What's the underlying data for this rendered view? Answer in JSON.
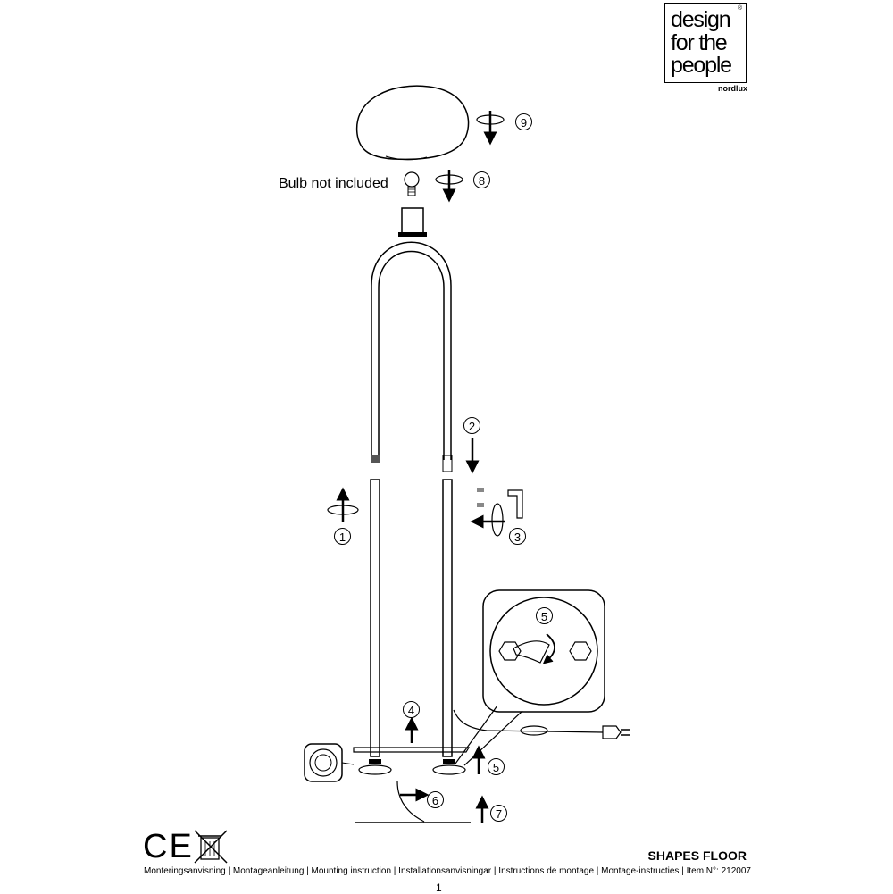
{
  "brand": {
    "line1": "design",
    "line2": "for the",
    "line3": "people",
    "sub": "nordlux",
    "reg": "®"
  },
  "bulb_note": "Bulb not included",
  "steps": [
    "1",
    "2",
    "3",
    "4",
    "5",
    "5",
    "6",
    "7",
    "8",
    "9"
  ],
  "icons": [
    "ce-mark-icon",
    "weee-bin-icon",
    "bulb-icon",
    "allen-key-icon",
    "plug-icon",
    "rotate-icon",
    "arrow-icon"
  ],
  "product_title": "SHAPES FLOOR",
  "languages_line": "Monteringsanvisning | Montageanleitung | Mounting instruction | Installationsanvisningar | Instructions de montage | Montage-instructies | Item N°: 212007",
  "page_number": "1",
  "ce_text": "CE"
}
